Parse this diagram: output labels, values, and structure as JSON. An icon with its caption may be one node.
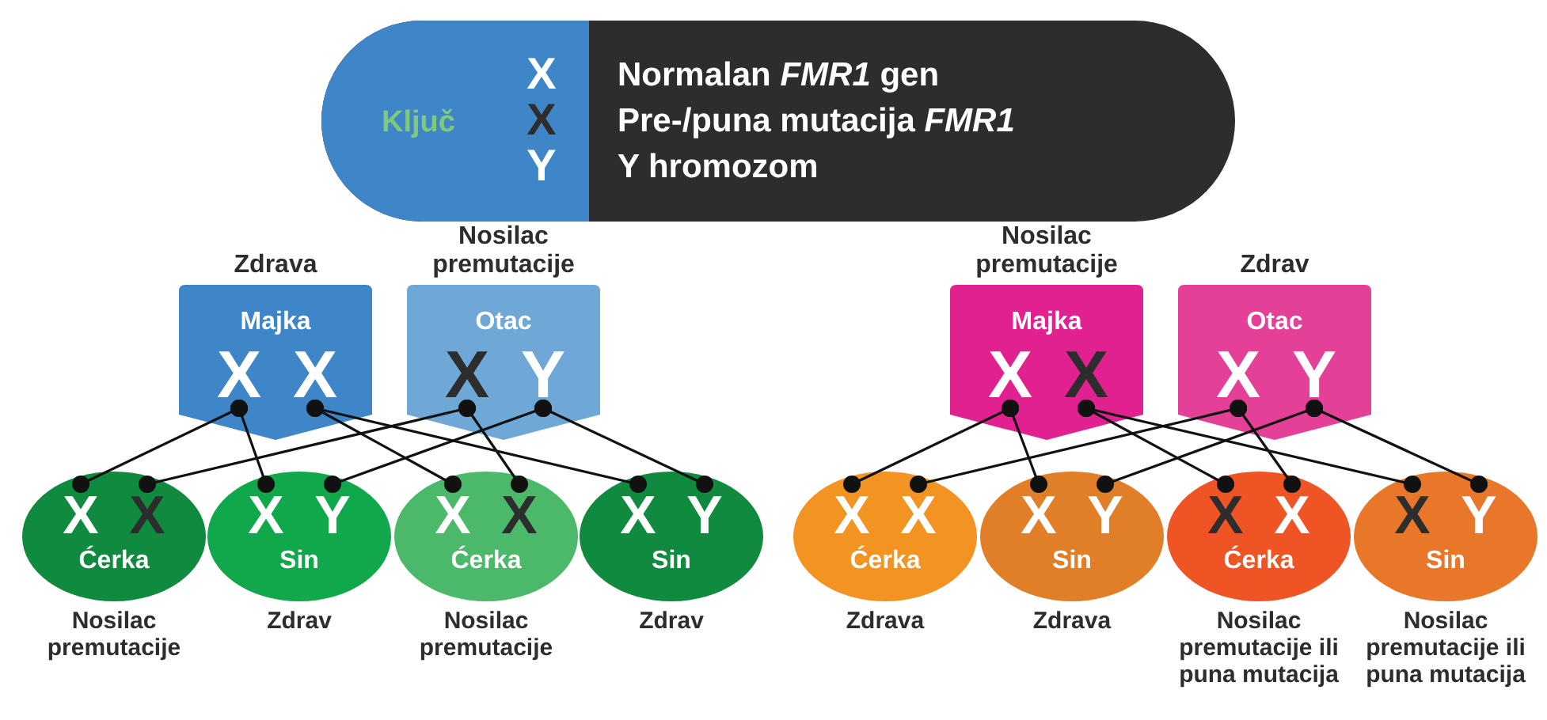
{
  "diagram": {
    "nodes": [
      {
        "text": [
          "Ključ"
        ]
      },
      {
        "text": [
          "Majka"
        ],
        "beside": [
          "Zdrava"
        ]
      },
      {
        "text": [
          "X"
        ],
        "in": 1
      },
      {
        "text": [
          "X"
        ],
        "in": 1
      },
      {
        "text": [
          "Otac"
        ],
        "beside": [
          "Nosilac premutacije"
        ]
      },
      {
        "text": [
          "X"
        ],
        "in": 4
      },
      {
        "text": [
          "Y"
        ],
        "in": 4
      },
      {
        "text": [
          "Ćerka"
        ],
        "beside": [
          "Nosilac premutacije"
        ]
      },
      {
        "text": [
          "X"
        ],
        "in": 7
      },
      {
        "text": [
          "X"
        ],
        "in": 7
      },
      {
        "text": [
          "Sin"
        ],
        "beside": [
          "Zdrav"
        ]
      },
      {
        "text": [
          "X"
        ],
        "in": 10
      },
      {
        "text": [
          "Y"
        ],
        "in": 10
      },
      {
        "text": [
          "Ćerka"
        ],
        "beside": [
          "Nosilac premutacije"
        ]
      },
      {
        "text": [
          "X"
        ],
        "in": 13
      },
      {
        "text": [
          "X"
        ],
        "in": 13
      },
      {
        "text": [
          "Sin"
        ],
        "beside": [
          "Zdrav"
        ]
      },
      {
        "text": [
          "X"
        ],
        "in": 16
      },
      {
        "text": [
          "Y"
        ],
        "in": 16
      },
      {
        "text": [
          "Majka"
        ],
        "beside": [
          "Nosilac premutacije"
        ]
      },
      {
        "text": [
          "X"
        ],
        "in": 19
      },
      {
        "text": [
          "X"
        ],
        "in": 19
      },
      {
        "text": [
          "Otac"
        ],
        "beside": [
          "Zdrav"
        ]
      },
      {
        "text": [
          "X"
        ],
        "in": 22
      },
      {
        "text": [
          "Y"
        ],
        "in": 22
      },
      {
        "text": [
          "Ćerka"
        ],
        "beside": [
          "Zdrava"
        ]
      },
      {
        "text": [
          "X"
        ],
        "in": 25
      },
      {
        "text": [
          "X"
        ],
        "in": 25
      },
      {
        "text": [
          "Sin"
        ],
        "beside": [
          "Zdrava"
        ]
      },
      {
        "text": [
          "X"
        ],
        "in": 28
      },
      {
        "text": [
          "Y"
        ],
        "in": 28
      },
      {
        "text": [
          "Ćerka"
        ],
        "beside": [
          "Nosilac premutacije ili puna mutacija"
        ]
      },
      {
        "text": [
          "X"
        ],
        "in": 31
      },
      {
        "text": [
          "X"
        ],
        "in": 31
      },
      {
        "text": [
          "Sin"
        ],
        "beside": [
          "Nosilac premutacije ili puna mutacija"
        ]
      },
      {
        "text": [
          "X"
        ],
        "in": 34
      },
      {
        "text": [
          "Y"
        ],
        "in": 34
      }
    ],
    "edges": [
      {
        "from": 2,
        "to": 8,
        "arrow": "other"
      },
      {
        "from": 2,
        "to": 11,
        "arrow": "other"
      },
      {
        "from": 3,
        "to": 14,
        "arrow": "other"
      },
      {
        "from": 3,
        "to": 17,
        "arrow": "other"
      },
      {
        "from": 5,
        "to": 9,
        "arrow": "other"
      },
      {
        "from": 5,
        "to": 15,
        "arrow": "other"
      },
      {
        "from": 6,
        "to": 12,
        "arrow": "other"
      },
      {
        "from": 6,
        "to": 18,
        "arrow": "other"
      },
      {
        "from": 20,
        "to": 26,
        "arrow": "other"
      },
      {
        "from": 20,
        "to": 29,
        "arrow": "other"
      },
      {
        "from": 21,
        "to": 32,
        "arrow": "other"
      },
      {
        "from": 21,
        "to": 35,
        "arrow": "other"
      },
      {
        "from": 23,
        "to": 27,
        "arrow": "other"
      },
      {
        "from": 23,
        "to": 33,
        "arrow": "other"
      },
      {
        "from": 24,
        "to": 30,
        "arrow": "other"
      },
      {
        "from": 24,
        "to": 36,
        "arrow": "other"
      }
    ],
    "labels": [
      "X",
      "X",
      "Y"
    ],
    "legend": [
      {
        "text": "Normalan *FMR1* gen",
        "color": "#ffffff"
      },
      {
        "text": "Pre-/puna mutacija *FMR1*",
        "color": "#2d2d2d"
      },
      {
        "text": "Y hromozom",
        "color": "#ffffff"
      }
    ]
  }
}
